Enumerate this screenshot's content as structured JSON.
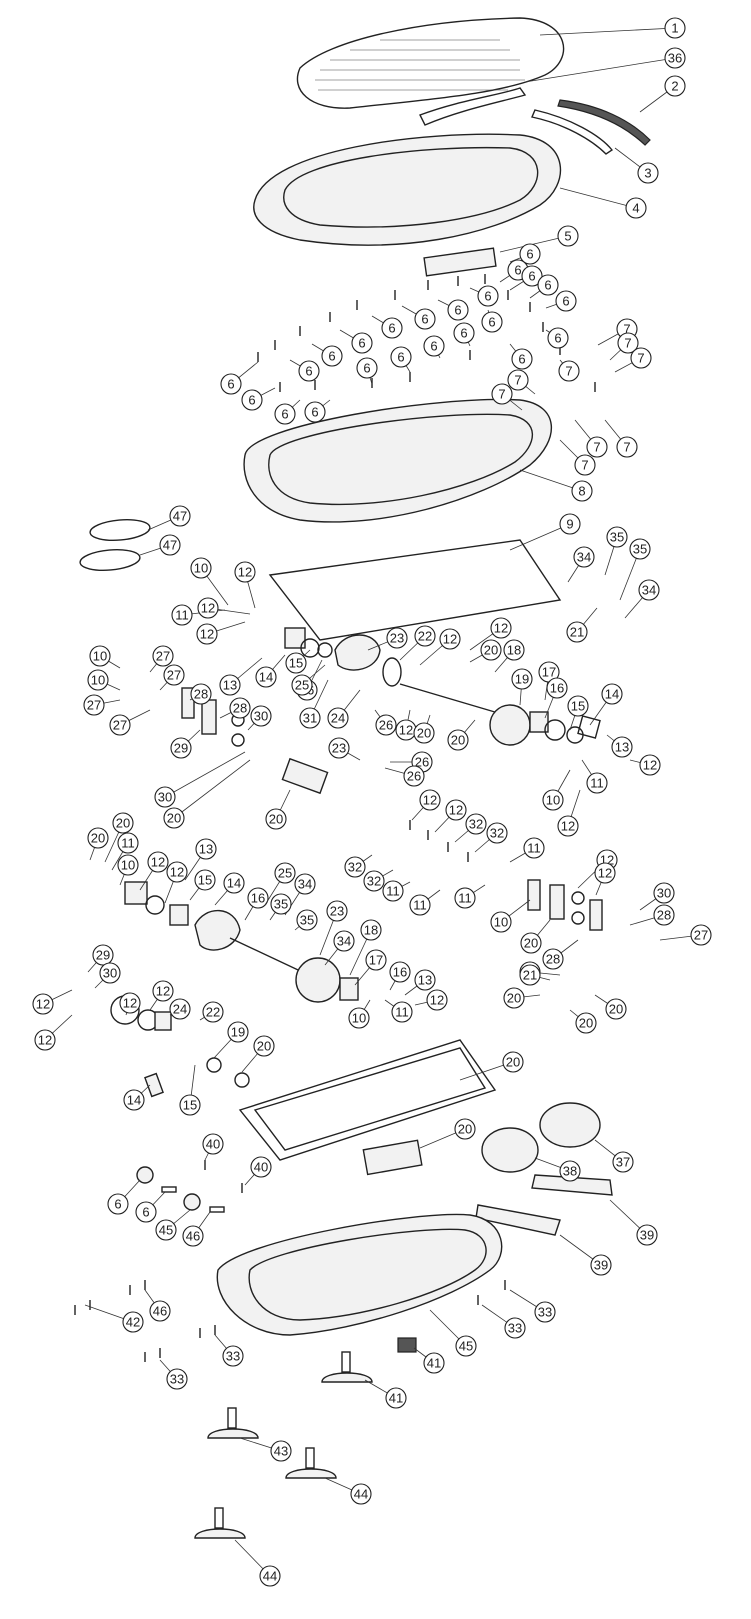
{
  "diagram": {
    "type": "exploded-parts-view",
    "callouts": [
      "1",
      "36",
      "2",
      "3",
      "4",
      "5",
      "6",
      "6",
      "6",
      "6",
      "6",
      "6",
      "6",
      "6",
      "6",
      "6",
      "6",
      "6",
      "6",
      "6",
      "6",
      "6",
      "6",
      "6",
      "6",
      "6",
      "6",
      "6",
      "6",
      "7",
      "7",
      "7",
      "7",
      "7",
      "7",
      "7",
      "7",
      "7",
      "8",
      "9",
      "47",
      "47",
      "10",
      "11",
      "12",
      "12",
      "12",
      "13",
      "14",
      "15",
      "16",
      "23",
      "22",
      "12",
      "12",
      "20",
      "18",
      "34",
      "35",
      "35",
      "34",
      "21",
      "10",
      "10",
      "27",
      "27",
      "27",
      "27",
      "28",
      "28",
      "29",
      "30",
      "30",
      "20",
      "20",
      "31",
      "25",
      "24",
      "23",
      "26",
      "26",
      "26",
      "12",
      "20",
      "20",
      "19",
      "17",
      "16",
      "15",
      "14",
      "13",
      "12",
      "11",
      "10",
      "12",
      "12",
      "12",
      "32",
      "32",
      "32",
      "32",
      "11",
      "11",
      "11",
      "11",
      "20",
      "20",
      "11",
      "10",
      "12",
      "12",
      "13",
      "15",
      "14",
      "16",
      "25",
      "34",
      "35",
      "35",
      "23",
      "34",
      "18",
      "17",
      "16",
      "13",
      "12",
      "11",
      "10",
      "12",
      "12",
      "30",
      "28",
      "27",
      "27",
      "10",
      "20",
      "28",
      "29",
      "30",
      "12",
      "12",
      "12",
      "12",
      "24",
      "22",
      "19",
      "20",
      "14",
      "15",
      "21",
      "20",
      "20",
      "20",
      "20",
      "20",
      "37",
      "38",
      "39",
      "39",
      "40",
      "40",
      "6",
      "6",
      "45",
      "46",
      "45",
      "46",
      "42",
      "33",
      "33",
      "33",
      "33",
      "41",
      "41",
      "43",
      "44",
      "44",
      "44",
      "44"
    ]
  }
}
